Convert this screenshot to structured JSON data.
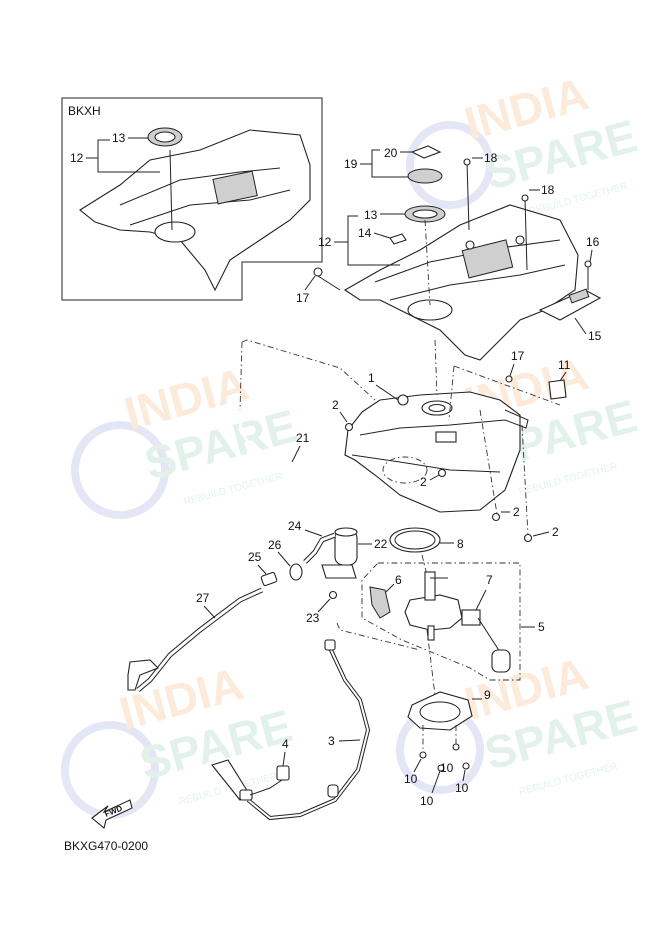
{
  "inset_title": "BKXH",
  "footer_code": "BKXG470-0200",
  "fwd_label": "FWD",
  "watermark": {
    "line1": "INDIA",
    "line2": "SPARE",
    "tagline": "REBUILD TOGETHER"
  },
  "callouts": {
    "c1": "1",
    "c2a": "2",
    "c2b": "2",
    "c2c": "2",
    "c2d": "2",
    "c3": "3",
    "c4": "4",
    "c5": "5",
    "c6": "6",
    "c7": "7",
    "c8": "8",
    "c9": "9",
    "c10a": "10",
    "c10b": "10",
    "c10c": "10",
    "c10d": "10",
    "c11": "11",
    "c12a": "12",
    "c12b": "12",
    "c13a": "13",
    "c13b": "13",
    "c14": "14",
    "c15": "15",
    "c16": "16",
    "c17a": "17",
    "c17b": "17",
    "c18a": "18",
    "c18b": "18",
    "c19": "19",
    "c20": "20",
    "c21": "21",
    "c22": "22",
    "c23": "23",
    "c24": "24",
    "c25": "25",
    "c26": "26",
    "c27": "27"
  },
  "colors": {
    "line": "#222222",
    "watermark_orange": "#f4a261",
    "watermark_green": "#7fc8a9",
    "watermark_blue": "#8a8fd6"
  }
}
